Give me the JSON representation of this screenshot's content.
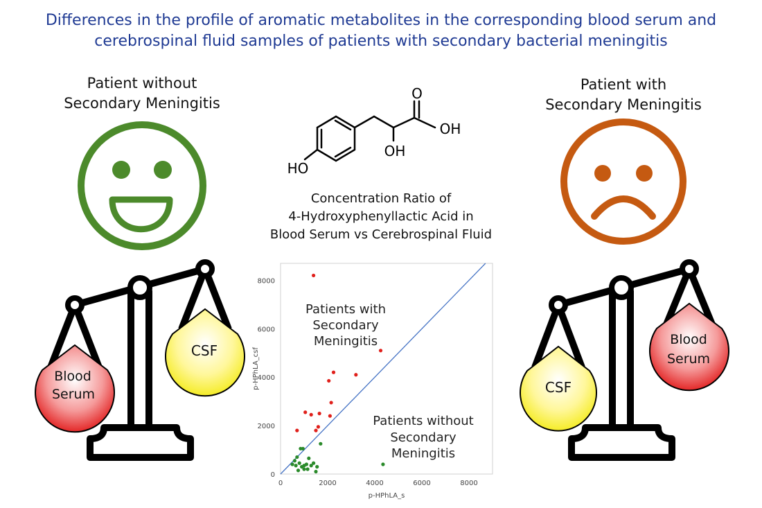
{
  "title": {
    "line1": "Differences in the profile of aromatic metabolites in the corresponding blood serum and",
    "line2": "cerebrospinal fluid samples of patients with secondary bacterial meningitis"
  },
  "left_panel": {
    "heading_line1": "Patient without",
    "heading_line2": "Secondary Meningitis",
    "face_color": "#4c8a2b",
    "scale": {
      "left_pan": [
        "Blood",
        "Serum"
      ],
      "right_pan": [
        "CSF"
      ]
    }
  },
  "right_panel": {
    "heading_line1": "Patient with",
    "heading_line2": "Secondary Meningitis",
    "face_color": "#c55a11",
    "scale": {
      "left_pan": [
        "CSF"
      ],
      "right_pan": [
        "Blood",
        "Serum"
      ]
    }
  },
  "molecule": {
    "label_oh_acid": "OH",
    "label_oh_alpha": "OH",
    "label_ho": "HO",
    "label_o": "O"
  },
  "caption": {
    "line1": "Concentration Ratio of",
    "line2": "4-Hydroxyphenyllactic Acid in",
    "line3": "Blood Serum vs Cerebrospinal Fluid"
  },
  "chart_data": {
    "type": "scatter",
    "xlabel": "p-HPhLA_s",
    "ylabel": "p-HPhLA_csf",
    "xlim": [
      0,
      9000
    ],
    "ylim": [
      0,
      8700
    ],
    "xticks": [
      0,
      2000,
      4000,
      6000,
      8000
    ],
    "yticks": [
      0,
      2000,
      4000,
      6000,
      8000
    ],
    "grid": false,
    "reference_line": "y = x",
    "reference_line_color": "#4472c4",
    "annotations": [
      {
        "lines": [
          "Patients with",
          "Secondary",
          "Meningitis"
        ]
      },
      {
        "lines": [
          "Patients without",
          "Secondary",
          "Meningitis"
        ]
      }
    ],
    "series": [
      {
        "color": "#e0201b",
        "points": [
          [
            1400,
            8200
          ],
          [
            4250,
            5100
          ],
          [
            2250,
            4200
          ],
          [
            3200,
            4100
          ],
          [
            2050,
            3850
          ],
          [
            2150,
            2950
          ],
          [
            1050,
            2550
          ],
          [
            1650,
            2500
          ],
          [
            1300,
            2450
          ],
          [
            2100,
            2400
          ],
          [
            1600,
            1950
          ],
          [
            1500,
            1800
          ],
          [
            700,
            1800
          ]
        ]
      },
      {
        "color": "#2a8a2a",
        "points": [
          [
            850,
            1050
          ],
          [
            950,
            1050
          ],
          [
            1700,
            1250
          ],
          [
            4350,
            400
          ],
          [
            500,
            400
          ],
          [
            600,
            550
          ],
          [
            700,
            700
          ],
          [
            800,
            450
          ],
          [
            900,
            300
          ],
          [
            1000,
            350
          ],
          [
            1100,
            400
          ],
          [
            1200,
            650
          ],
          [
            1300,
            350
          ],
          [
            1400,
            450
          ],
          [
            750,
            150
          ],
          [
            1000,
            200
          ],
          [
            1500,
            100
          ],
          [
            1550,
            300
          ],
          [
            650,
            350
          ],
          [
            1150,
            200
          ]
        ]
      }
    ]
  }
}
